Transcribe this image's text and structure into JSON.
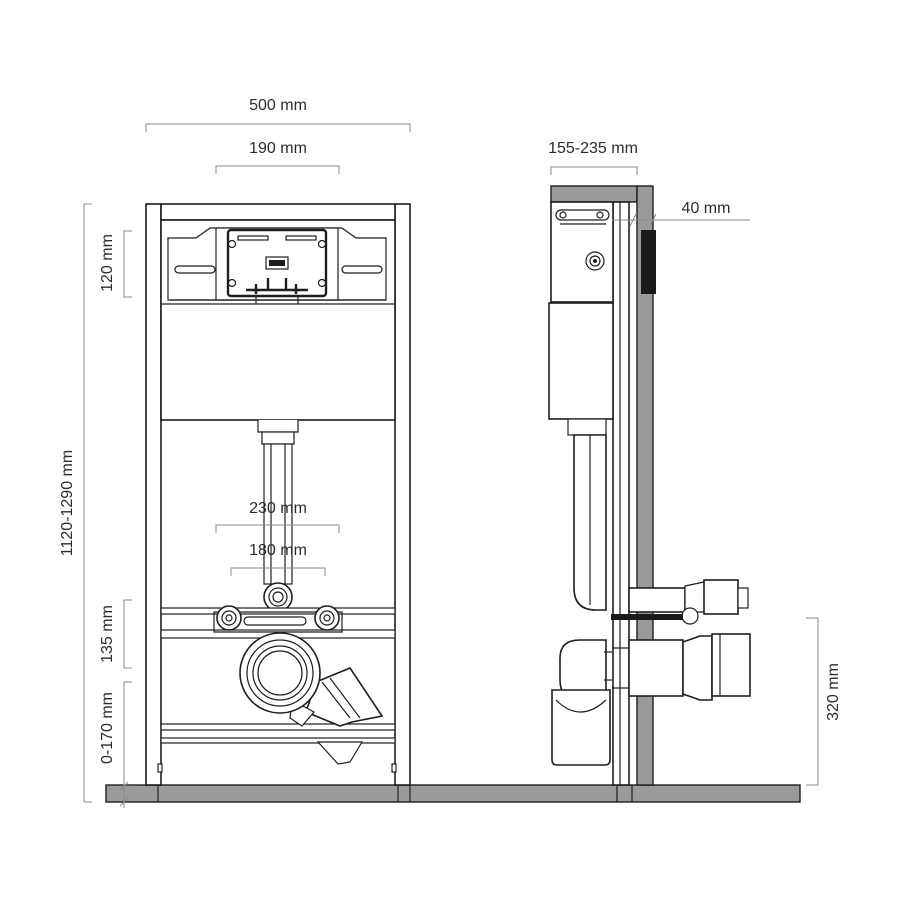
{
  "front_view": {
    "width_total": "500 mm",
    "width_flush_plate": "190 mm",
    "height_total": "1120-1290 mm",
    "height_plate": "120 mm",
    "width_connections_outer": "230 mm",
    "width_connections_inner": "180 mm",
    "height_fixing": "135 mm",
    "height_feet": "0-170 mm"
  },
  "side_view": {
    "depth": "155-235 mm",
    "wall_thickness": "40 mm",
    "outlet_height": "320 mm"
  }
}
